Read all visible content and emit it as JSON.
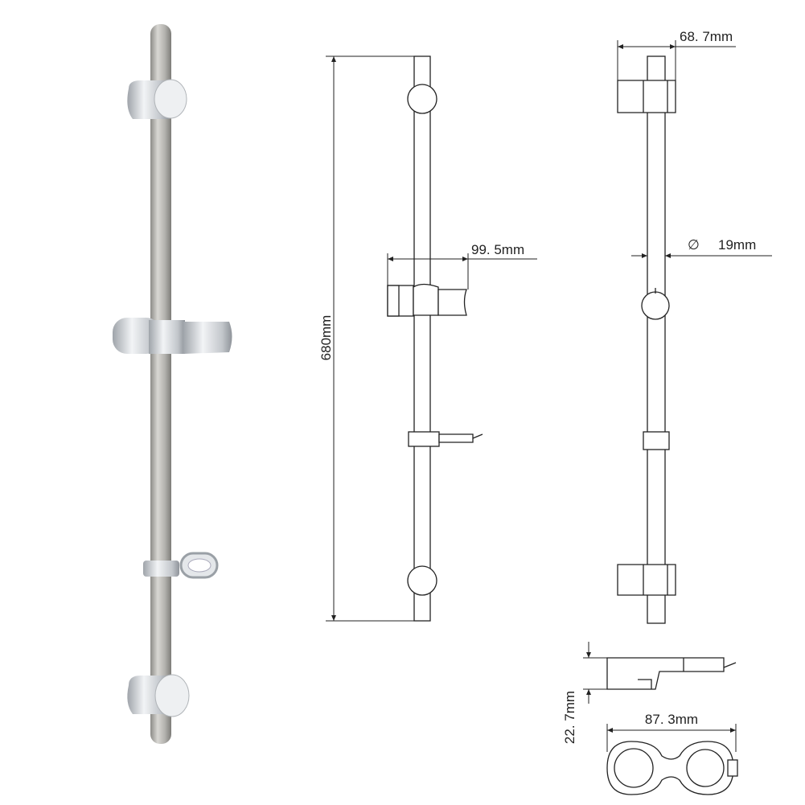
{
  "title": "Shower slide rail dimension drawing",
  "dimensions": {
    "total_height": "680mm",
    "slider_width": "99. 5mm",
    "bracket_depth": "68. 7mm",
    "rod_diameter_symbol": "∅",
    "rod_diameter": "19mm",
    "holder_height": "22. 7mm",
    "holder_width": "87. 3mm"
  },
  "colors": {
    "line": "#222222",
    "chrome": "#c8ccd0",
    "steel": "#a9a8a4"
  }
}
